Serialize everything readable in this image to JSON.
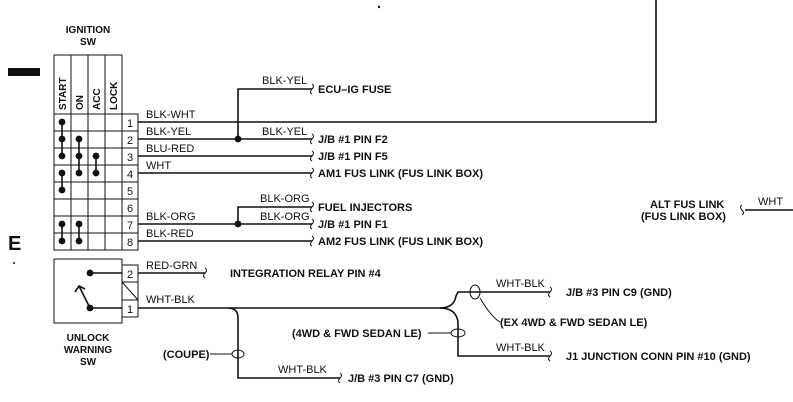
{
  "diagram": {
    "left_marker": "E",
    "ignition_switch": {
      "title_line1": "IGNITION",
      "title_line2": "SW",
      "positions": [
        "START",
        "ON",
        "ACC",
        "LOCK"
      ],
      "pins": [
        "1",
        "2",
        "3",
        "4",
        "5",
        "6",
        "7",
        "8"
      ]
    },
    "unlock_switch": {
      "title_line1": "UNLOCK",
      "title_line2": "WARNING",
      "title_line3": "SW",
      "pins": [
        "2",
        "1"
      ]
    },
    "wires": {
      "pin1": "BLK-WHT",
      "pin2": "BLK-YEL",
      "pin2_branch": "BLK-YEL",
      "pin2_right": "BLK-YEL",
      "pin3": "BLU-RED",
      "pin4": "WHT",
      "pin6_branch": "BLK-ORG",
      "pin7": "BLK-ORG",
      "pin7_right": "BLK-ORG",
      "pin8": "BLK-RED",
      "unlock_pin2": "RED-GRN",
      "unlock_pin1": "WHT-BLK",
      "gnd_c9": "WHT-BLK",
      "gnd_j1": "WHT-BLK",
      "gnd_c7": "WHT-BLK",
      "alt_fus": "WHT"
    },
    "destinations": {
      "ecu_ig_fuse": "ECU–IG FUSE",
      "jb_f2": "J/B #1 PIN F2",
      "jb_f5": "J/B #1 PIN F5",
      "am1": "AM1 FUS LINK (FUS LINK BOX)",
      "fuel_inj": "FUEL INJECTORS",
      "jb_f1": "J/B #1 PIN F1",
      "am2": "AM2 FUS LINK (FUS LINK BOX)",
      "integration_relay": "INTEGRATION RELAY PIN #4",
      "jb3_c9": "J/B #3 PIN C9 (GND)",
      "ex4wd": "(EX 4WD & FWD SEDAN LE)",
      "fwd_sedan": "(4WD & FWD SEDAN LE)",
      "coupe": "(COUPE)",
      "j1_conn": "J1 JUNCTION CONN PIN #10 (GND)",
      "jb3_c7": "J/B #3 PIN C7 (GND)",
      "alt_line1": "ALT FUS LINK",
      "alt_line2": "(FUS LINK BOX)"
    }
  }
}
